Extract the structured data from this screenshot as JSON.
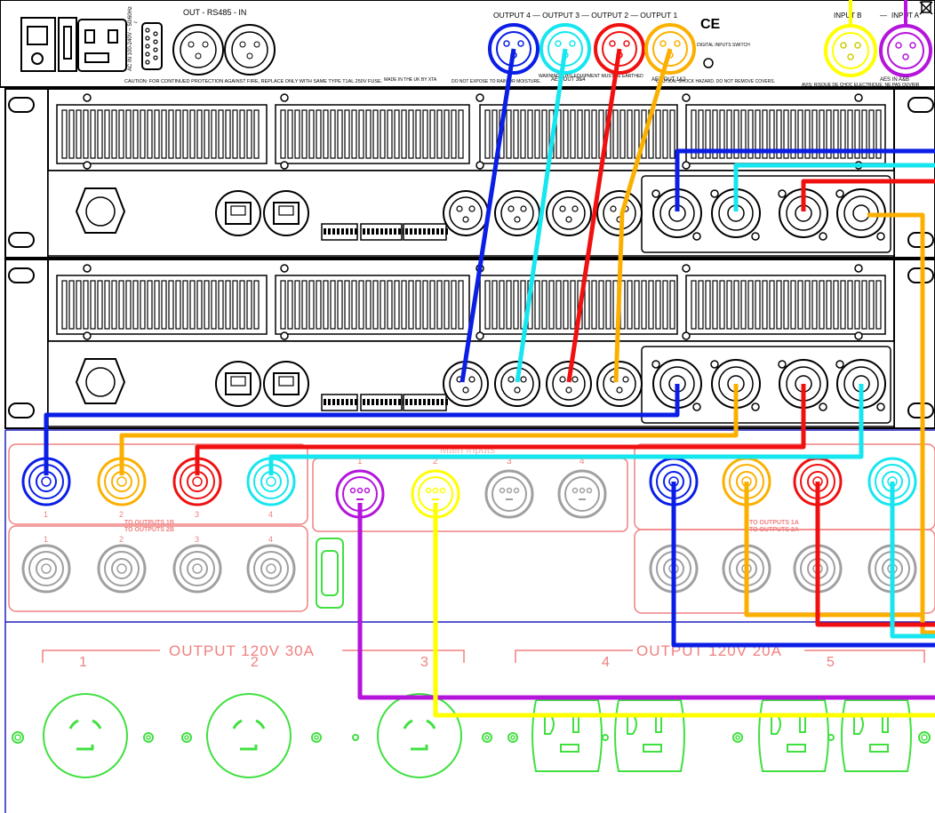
{
  "top_panel": {
    "rs485_label": "OUT - RS485 - IN",
    "output_header": "OUTPUT 4 — OUTPUT 3 — OUTPUT 2 — OUTPUT 1",
    "input_b_label": "INPUT B",
    "input_a_label": "INPUT A",
    "ce_mark": "CE",
    "digital_switch_label": "DIGITAL INPUTS SWITCH",
    "aes_out_34": "AES OUT 3&4",
    "aes_out_12": "AES OUT 1&2",
    "aes_in_ab": "AES IN A&B",
    "caution_fire": "CAUTION: FOR CONTINUED PROTECTION AGAINST FIRE, REPLACE ONLY WITH SAME TYPE T1AL 250V FUSE.",
    "made_in": "MADE IN THE UK BY XTA",
    "moisture_note": "DO NOT EXPOSE TO RAIN OR MOISTURE.",
    "earthed_warning": "WARNING: THIS EQUIPMENT MUST BE EARTHED",
    "shock_caution": "CAUTION: SHOCK HAZARD. DO NOT REMOVE COVERS.",
    "avis_note": "AVIS: RISQUE DE CHOC ELECTRIQUE. NE PAS OUVRIR",
    "voltage_label": "AC IN 100-240V ~ 50/60Hz"
  },
  "patch_panel": {
    "faded_header": "Main Inputs",
    "left_numbers": [
      "1",
      "2",
      "3",
      "4"
    ],
    "left_outputs_note_1": "TO OUTPUTS 1B",
    "left_outputs_note_2": "TO OUTPUTS 2B",
    "input_numbers": [
      "1",
      "2",
      "3",
      "4"
    ],
    "right_outputs_note_1": "TO OUTPUTS 1A",
    "right_outputs_note_2": "TO OUTPUTS 2A"
  },
  "power": {
    "group1_label": "OUTPUT 120V 30A",
    "group2_label": "OUTPUT 120V 20A",
    "outlet_numbers": [
      "1",
      "2",
      "3",
      "4",
      "5"
    ]
  },
  "colors": {
    "blue": "#0a1ee6",
    "cyan": "#16e6ef",
    "red": "#f01010",
    "orange": "#fbb000",
    "purple": "#b414dc",
    "yellow": "#ffff00",
    "green_outline": "#40e040",
    "salmon_outline": "#f08080",
    "navy_line": "#2020c0"
  }
}
